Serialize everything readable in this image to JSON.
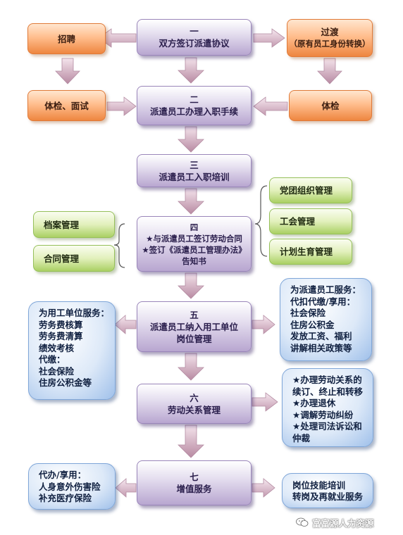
{
  "steps": {
    "s1": {
      "num": "一",
      "text": "双方签订派遣协议"
    },
    "s2": {
      "num": "二",
      "text": "派遣员工办理入职手续"
    },
    "s3": {
      "num": "三",
      "text": "派遣员工入职培训"
    },
    "s4": {
      "num": "四",
      "l1": "★与派遣员工签订劳动合同",
      "l2": "★签订《派遣员工管理办法》",
      "l3": "告知书"
    },
    "s5": {
      "num": "五",
      "l1": "派遣员工纳入用工单位",
      "l2": "岗位管理"
    },
    "s6": {
      "num": "六",
      "text": "劳动关系管理"
    },
    "s7": {
      "num": "七",
      "text": "增值服务"
    }
  },
  "left": {
    "recruit": "招聘",
    "exam": "体检、面试",
    "archive": "档案管理",
    "contract": "合同管理"
  },
  "right": {
    "transition_title": "过渡",
    "transition_sub": "（原有员工身份转换）",
    "check": "体检",
    "party": "党团组织管理",
    "union": "工会管理",
    "family": "计划生育管理"
  },
  "employer_services": [
    "为用工单位服务：",
    "劳务费核算",
    "劳务费清算",
    "绩效考核",
    "代缴：",
    "社会保险",
    "住房公积金等"
  ],
  "employee_services": [
    "为派遣员工服务：",
    "代扣代缴/享用：",
    "社会保险",
    "住房公积金",
    "发放工资、福利",
    "讲解相关政策等"
  ],
  "labor_items": [
    "★办理劳动关系的",
    "续订、终止和转移",
    "★办理退休",
    "★调解劳动纠纷",
    "★处理司法诉讼和",
    "仲裁"
  ],
  "insurance": [
    "代办/享用：",
    "人身意外伤害险",
    "补充医疗保险"
  ],
  "training": [
    "岗位技能培训",
    "转岗及再就业服务"
  ],
  "watermark": "富富源人力资源"
}
